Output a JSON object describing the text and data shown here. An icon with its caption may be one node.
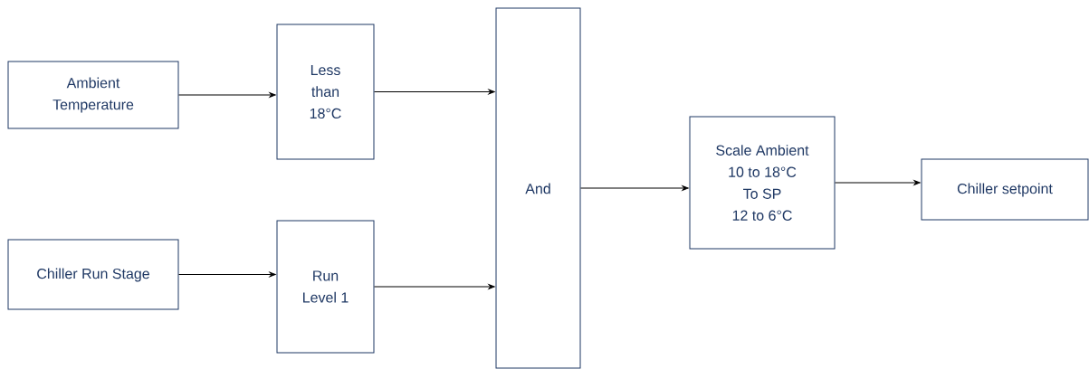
{
  "diagram": {
    "nodes": [
      {
        "text": [
          "Ambient Temperature"
        ]
      },
      {
        "text": [
          "Less than 18°C"
        ]
      },
      {
        "text": [
          "Chiller Run Stage"
        ]
      },
      {
        "text": [
          "Run Level 1"
        ]
      },
      {
        "text": [
          "And"
        ]
      },
      {
        "text": [
          "Scale Ambient",
          "10 to 18°C",
          "To SP",
          "12 to 6°C"
        ]
      },
      {
        "text": [
          "Chiller setpoint"
        ]
      }
    ],
    "edges": [
      {
        "from": 0,
        "to": 1,
        "arrow": "to"
      },
      {
        "from": 1,
        "to": 4,
        "arrow": "to"
      },
      {
        "from": 2,
        "to": 3,
        "arrow": "to"
      },
      {
        "from": 3,
        "to": 4,
        "arrow": "to"
      },
      {
        "from": 4,
        "to": 5,
        "arrow": "to"
      },
      {
        "from": 5,
        "to": 6,
        "arrow": "to"
      }
    ]
  }
}
